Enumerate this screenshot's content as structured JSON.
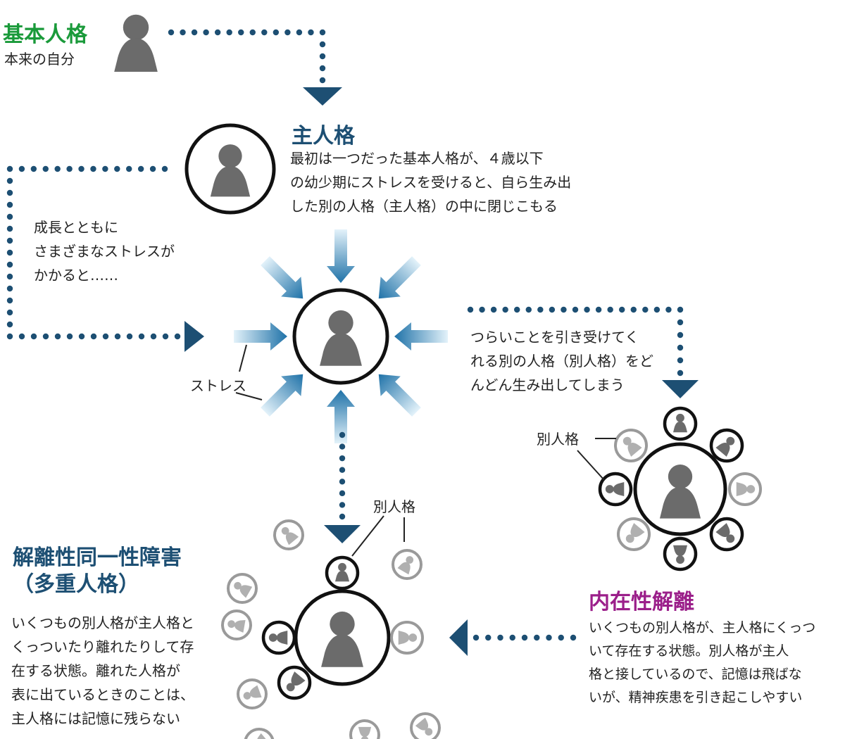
{
  "basic": {
    "title": "基本人格",
    "subtitle": "本来の自分"
  },
  "main": {
    "title": "主人格",
    "desc": [
      "最初は一つだった基本人格が、４歳以下",
      "の幼少期にストレスを受けると、自ら生み出",
      "した別の人格（主人格）の中に閉じこもる"
    ]
  },
  "growth": [
    "成長とともに",
    "さまざまなストレスが",
    "かかると……"
  ],
  "stress_label": "ストレス",
  "spawn": [
    "つらいことを引き受けてく",
    "れる別の人格（別人格）をど",
    "んどん生み出してしまう"
  ],
  "alter_label_right": "別人格",
  "alter_label_bottom": "別人格",
  "did": {
    "title_line1": "解離性同一性障害",
    "title_line2": "（多重人格）",
    "desc": [
      "いくつもの別人格が主人格と",
      "くっついたり離れたりして存",
      "在する状態。離れた人格が",
      "表に出ているときのことは、",
      "主人格には記憶に残らない"
    ]
  },
  "internal": {
    "title": "内在性解離",
    "desc": [
      "いくつもの別人格が、主人格にくっつ",
      "いて存在する状態。別人格が主人",
      "格と接しているので、記憶は飛ばな",
      "いが、精神疾患を引き起こしやすい"
    ]
  },
  "colors": {
    "figure": "#6b6b6b",
    "figure_light": "#a9a9a9",
    "arrow": "#1d4f73",
    "stress": "#3a8fbf",
    "green": "#1a9a3a",
    "navy": "#1d4f73",
    "purple": "#9b1f8a"
  }
}
